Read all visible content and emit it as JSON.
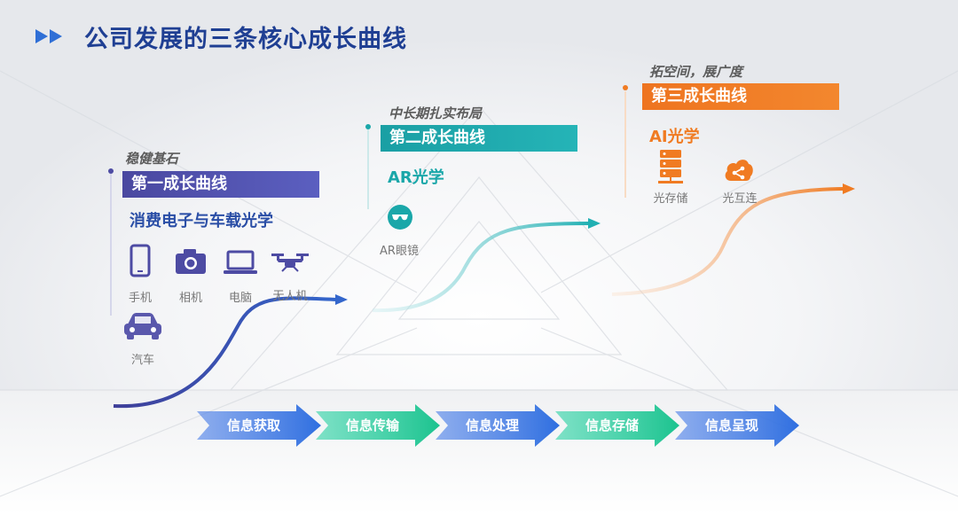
{
  "title": "公司发展的三条核心成长曲线",
  "curves": [
    {
      "subtitle": "稳健基石",
      "bar_label": "第一成长曲线",
      "tech": "消费电子与车载光学",
      "color": "#4d4ba3",
      "items": [
        {
          "icon": "smartphone-icon",
          "label": "手机"
        },
        {
          "icon": "camera-icon",
          "label": "相机"
        },
        {
          "icon": "laptop-icon",
          "label": "电脑"
        },
        {
          "icon": "drone-icon",
          "label": "无人机"
        },
        {
          "icon": "car-icon",
          "label": "汽车"
        }
      ]
    },
    {
      "subtitle": "中长期扎实布局",
      "bar_label": "第二成长曲线",
      "tech": "AR光学",
      "color": "#1aa7a9",
      "items": [
        {
          "icon": "ar-glasses-icon",
          "label": "AR眼镜"
        }
      ]
    },
    {
      "subtitle": "拓空间，展广度",
      "bar_label": "第三成长曲线",
      "tech": "AI光学",
      "color": "#f07b22",
      "items": [
        {
          "icon": "server-storage-icon",
          "label": "光存储"
        },
        {
          "icon": "share-network-icon",
          "label": "光互连"
        }
      ]
    }
  ],
  "steps": [
    "信息获取",
    "信息传输",
    "信息处理",
    "信息存储",
    "信息呈现"
  ]
}
